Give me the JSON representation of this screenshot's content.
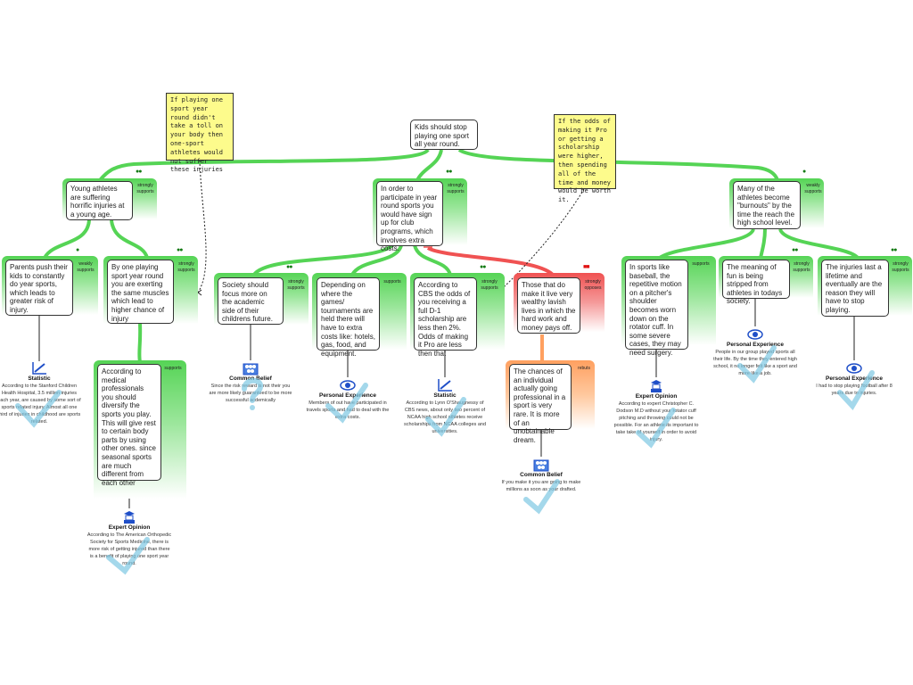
{
  "root": {
    "text": "Kids should stop playing one sport all year round."
  },
  "notes": [
    {
      "text": "If playing one sport year round didn't take a toll on your body then one-sport athletes would not suffer these injuries"
    },
    {
      "text": "If the odds of making it Pro or getting a scholarship were higher, then spending all of the time and money would be worth it."
    }
  ],
  "nodes": {
    "a": {
      "text": "Young athletes are suffering horrific injuries at a young age.",
      "relation": "strongly supports",
      "dots": "●●"
    },
    "a1": {
      "text": "Parents push their kids to constantly do year sports, which leads to greater risk of injury.",
      "relation": "weakly supports",
      "dots": "●"
    },
    "a2": {
      "text": "By one playing sport year round you are exerting the same muscles which lead to higher chance of injury",
      "relation": "strongly supports",
      "dots": "●●"
    },
    "a2a": {
      "text": "According to medical professionals you should diversify the sports you play. This will give rest to certain body parts by using other ones. since seasonal sports are much different from each other",
      "relation": "supports"
    },
    "b": {
      "text": "In order to participate in year round sports you would have sign up for club programs, which involves extra costs.",
      "relation": "strongly supports",
      "dots": "●●"
    },
    "b1": {
      "text": "Society should focus more on the academic side of their childrens future.",
      "relation": "strongly supports",
      "dots": "●●"
    },
    "b2": {
      "text": "Depending on where the games/ tournaments are held there will have to extra costs like: hotels, gas, food, and equipment.",
      "relation": "supports"
    },
    "b3": {
      "text": "According to CBS the odds of you receiving a full D-1 scholarship are less then 2%. Odds of making it Pro are less then that",
      "relation": "strongly supports",
      "dots": "●●"
    },
    "b4": {
      "text": "Those that do make it live very wealthy lavish lives in which the hard work and money pays off.",
      "relation": "strongly opposes",
      "dots": "■■"
    },
    "b4a": {
      "text": "The chances of an individual actually going professional in a sport is very rare. It is more of an unobtainable dream.",
      "relation": "rebuts"
    },
    "c": {
      "text": "Many of the athletes become \"burnouts\" by the time the reach the high school level.",
      "relation": "weakly supports",
      "dots": "●"
    },
    "c1": {
      "text": "In sports like baseball, the repetitive motion on a pitcher's shoulder becomes worn down on the rotator cuff. In some severe cases, they may need surgery.",
      "relation": "supports"
    },
    "c2": {
      "text": "The meaning of fun is being stripped from athletes in todays society.",
      "relation": "strongly supports",
      "dots": "●●"
    },
    "c3": {
      "text": "The injuries last a lifetime and eventually are the reason they will have to stop playing.",
      "relation": "strongly supports",
      "dots": "●●"
    }
  },
  "evidence": {
    "a1": {
      "type": "Statistic",
      "icon": "chart-icon",
      "text": "According to the Stanford Children Health Hospital, 3.5 million injuries each year, are caused by some sort of sports related injury. Almost all one third of injuries in childhood are sports related."
    },
    "a2a": {
      "type": "Expert Opinion",
      "icon": "expert-icon",
      "text": "According to The American Orthopedic Society for Sports Medicine, there is more risk of getting injured than there is a benefit of playing one sport year round."
    },
    "b1": {
      "type": "Common Belief",
      "icon": "group-icon",
      "text": "Since the risk reward is not their you are more likely guaranteed to be more successful acdemically"
    },
    "b2": {
      "type": "Personal Experience",
      "icon": "eye-icon",
      "text": "Members of out have participated  in travels sports and had to deal with the extra costs."
    },
    "b3": {
      "type": "Statistic",
      "icon": "chart-icon",
      "text": "According to Lynn O'Shaugnessy of CBS news, about only two percent of NCAA high school athletes receive scholarships from NCAA colleges and universities."
    },
    "b4a": {
      "type": "Common Belief",
      "icon": "group-icon",
      "text": "If you make it you are going to make millions as soon as your drafted."
    },
    "c1": {
      "type": "Expert Opinion",
      "icon": "expert-icon",
      "text": "According to expert Christopher C. Dodson M.D without your rotator cuff pitching and throwing could not be possible. For an athlete its important to take take of yourself in order to avoid injury."
    },
    "c2": {
      "type": "Personal Experience",
      "icon": "eye-icon",
      "text": "People in our group played sports all their life. By the time they entered high school, it no longer felt like a sport and more like a job."
    },
    "c3": {
      "type": "Personal Experience",
      "icon": "eye-icon",
      "text": "I had to stop playing football after 8 years due to injuries."
    }
  },
  "colors": {
    "support": "#55d455",
    "oppose": "#f05252",
    "rebut": "#ffa060",
    "note": "#fdfb8c",
    "check": "#7ec8e3"
  }
}
